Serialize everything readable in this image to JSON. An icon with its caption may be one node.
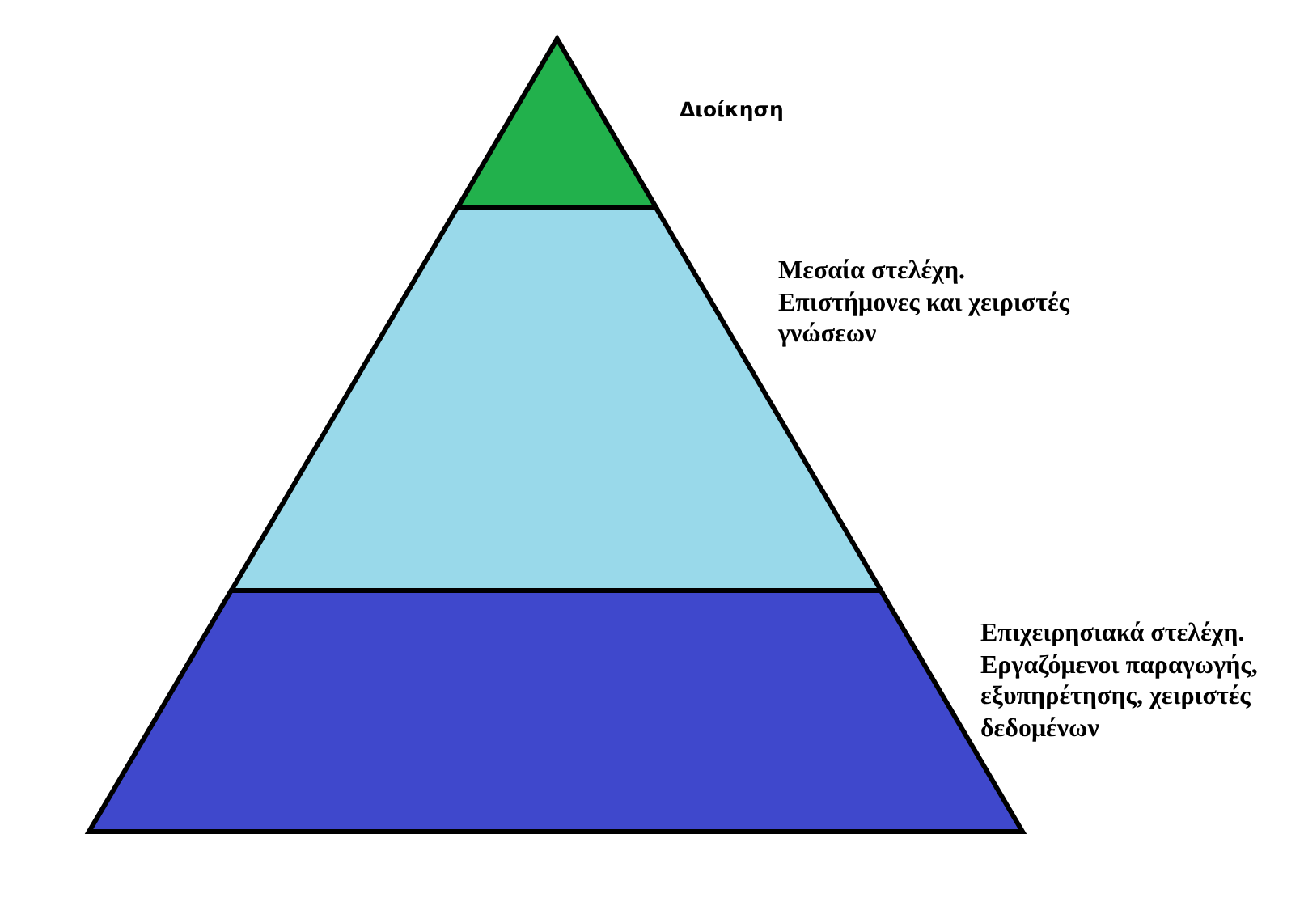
{
  "diagram": {
    "nodes": [
      {
        "text": [
          "Διοίκηση"
        ]
      },
      {
        "text": [
          "Μεσαία στελέχη.",
          "Επιστήμονες και χειριστές γνώσεων"
        ]
      },
      {
        "text": [
          "Επιχειρησιακά στελέχη.",
          "Εργαζόμενοι παραγωγής, εξυπηρέτησης, χειριστές δεδομένων"
        ]
      }
    ]
  }
}
